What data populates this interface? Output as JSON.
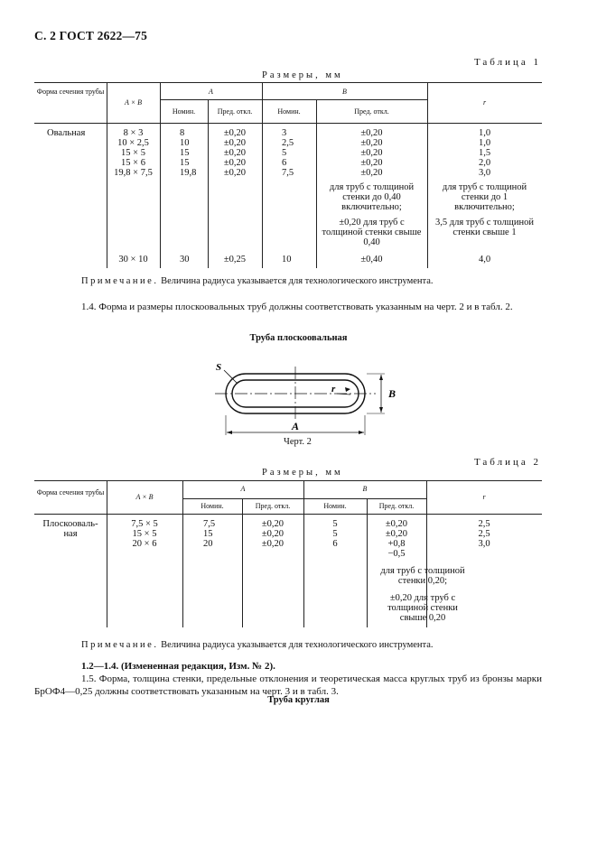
{
  "page_header": "С. 2 ГОСТ 2622—75",
  "table1": {
    "label": "Таблица 1",
    "sizes": "Размеры, мм",
    "headers": {
      "form": "Форма сечения трубы",
      "axb": "A × B",
      "a_group": "A",
      "b_group": "B",
      "r": "r",
      "nomin": "Номин.",
      "pred": "Пред. откл."
    },
    "form_value": "Овальная",
    "rows": [
      {
        "axb": "8 × 3",
        "a_nom": "8",
        "a_pred": "±0,20",
        "b_nom": "3",
        "b_pred": "±0,20",
        "r": "1,0"
      },
      {
        "axb": "10 × 2,5",
        "a_nom": "10",
        "a_pred": "±0,20",
        "b_nom": "2,5",
        "b_pred": "±0,20",
        "r": "1,0"
      },
      {
        "axb": "15 × 5",
        "a_nom": "15",
        "a_pred": "±0,20",
        "b_nom": "5",
        "b_pred": "±0,20",
        "r": "1,5"
      },
      {
        "axb": "15 × 6",
        "a_nom": "15",
        "a_pred": "±0,20",
        "b_nom": "6",
        "b_pred": "±0,20",
        "r": "2,0"
      },
      {
        "axb": "19,8 × 7,5",
        "a_nom": "19,8",
        "a_pred": "±0,20",
        "b_nom": "7,5",
        "b_pred": "±0,20",
        "r": "3,0"
      }
    ],
    "b_pred_note1": "для труб с толщиной стенки до 0,40 включительно;",
    "b_pred_note2": "±0,20 для труб с толщиной стенки свыше 0,40",
    "r_note1": "для труб с толщиной стенки до 1 включительно;",
    "r_note2": "3,5 для труб с толщиной стенки свыше 1",
    "last_row": {
      "axb": "30 × 10",
      "a_nom": "30",
      "a_pred": "±0,25",
      "b_nom": "10",
      "b_pred": "±0,40",
      "r": "4,0"
    }
  },
  "note1_label": "Примечание.",
  "note1_text": "Величина радиуса указывается для технологического инструмента.",
  "para_1_4": "1.4. Форма и размеры плоскоовальных труб должны соответствовать указанным на черт. 2 и в табл. 2.",
  "figure": {
    "title": "Труба плоскоовальная",
    "caption": "Черт. 2",
    "label_s": "S",
    "label_r": "r",
    "label_a": "A",
    "label_b": "B"
  },
  "table2": {
    "label": "Таблица 2",
    "sizes": "Размеры, мм",
    "headers": {
      "form": "Форма сечения трубы",
      "axb": "A × B",
      "a_group": "A",
      "b_group": "B",
      "r": "r",
      "nomin": "Номин.",
      "pred": "Пред. откл."
    },
    "form_value_1": "Плоскооваль-",
    "form_value_2": "ная",
    "rows": [
      {
        "axb": "7,5 × 5",
        "a_nom": "7,5",
        "a_pred": "±0,20",
        "b_nom": "5",
        "b_pred": "±0,20",
        "r": "2,5"
      },
      {
        "axb": "15 × 5",
        "a_nom": "15",
        "a_pred": "±0,20",
        "b_nom": "5",
        "b_pred": "±0,20",
        "r": "2,5"
      },
      {
        "axb": "20 × 6",
        "a_nom": "20",
        "a_pred": "±0,20",
        "b_nom": "6",
        "b_pred": "+0,8",
        "r": "3,0"
      }
    ],
    "b_pred_extra": "−0,5",
    "b_pred_note1": "для труб с толщиной стенки 0,20;",
    "b_pred_note2": "±0,20 для труб с толщиной стенки свыше 0,20"
  },
  "note2_label": "Примечание.",
  "note2_text": "Величина радиуса указывается для технологического инструмента.",
  "para_1_2": "1.2—1.4. (Измененная редакция, Изм. № 2).",
  "para_1_5": "1.5. Форма, толщина стенки, предельные отклонения и теоретическая масса круглых труб из бронзы марки БрОФ4—0,25 должны соответствовать указанным на черт. 3 и в табл. 3.",
  "next_title": "Труба круглая"
}
